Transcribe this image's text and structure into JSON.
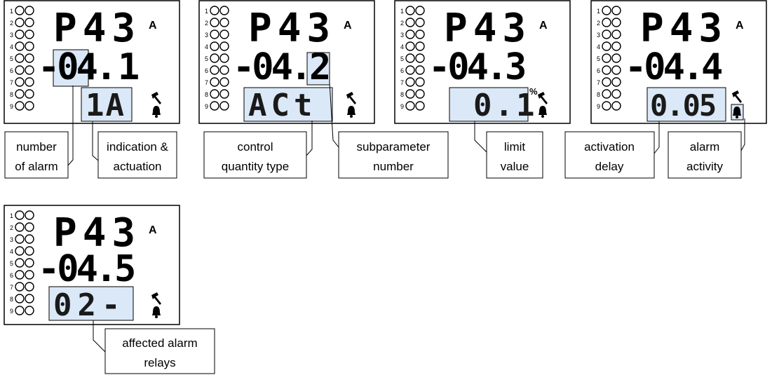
{
  "panels": [
    {
      "param": "P43",
      "unit": "A",
      "sub_prefix": "-04.",
      "sub_digit": "1",
      "value": "1A",
      "percent": ""
    },
    {
      "param": "P43",
      "unit": "A",
      "sub_prefix": "-04.",
      "sub_digit": "2",
      "value": "ACt",
      "percent": ""
    },
    {
      "param": "P43",
      "unit": "A",
      "sub_prefix": "-04.",
      "sub_digit": "3",
      "value": "0.1",
      "percent": "%"
    },
    {
      "param": "P43",
      "unit": "A",
      "sub_prefix": "-04.",
      "sub_digit": "4",
      "value": "0.05",
      "percent": ""
    },
    {
      "param": "P43",
      "unit": "A",
      "sub_prefix": "-04.",
      "sub_digit": "5",
      "value": "02-",
      "percent": ""
    }
  ],
  "led_numbers": [
    "1",
    "2",
    "3",
    "4",
    "5",
    "6",
    "7",
    "8",
    "9"
  ],
  "callouts": [
    {
      "line1": "number",
      "line2": "of alarm"
    },
    {
      "line1": "indication &",
      "line2": "actuation"
    },
    {
      "line1": "control",
      "line2": "quantity type"
    },
    {
      "line1": "subparameter",
      "line2": "number"
    },
    {
      "line1": "limit",
      "line2": "value"
    },
    {
      "line1": "activation",
      "line2": "delay"
    },
    {
      "line1": "alarm",
      "line2": "activity"
    },
    {
      "line1": "affected alarm",
      "line2": "relays"
    }
  ],
  "colors": {
    "highlight": "#dbe8f7",
    "ink": "#000000",
    "frame": "#000000"
  }
}
